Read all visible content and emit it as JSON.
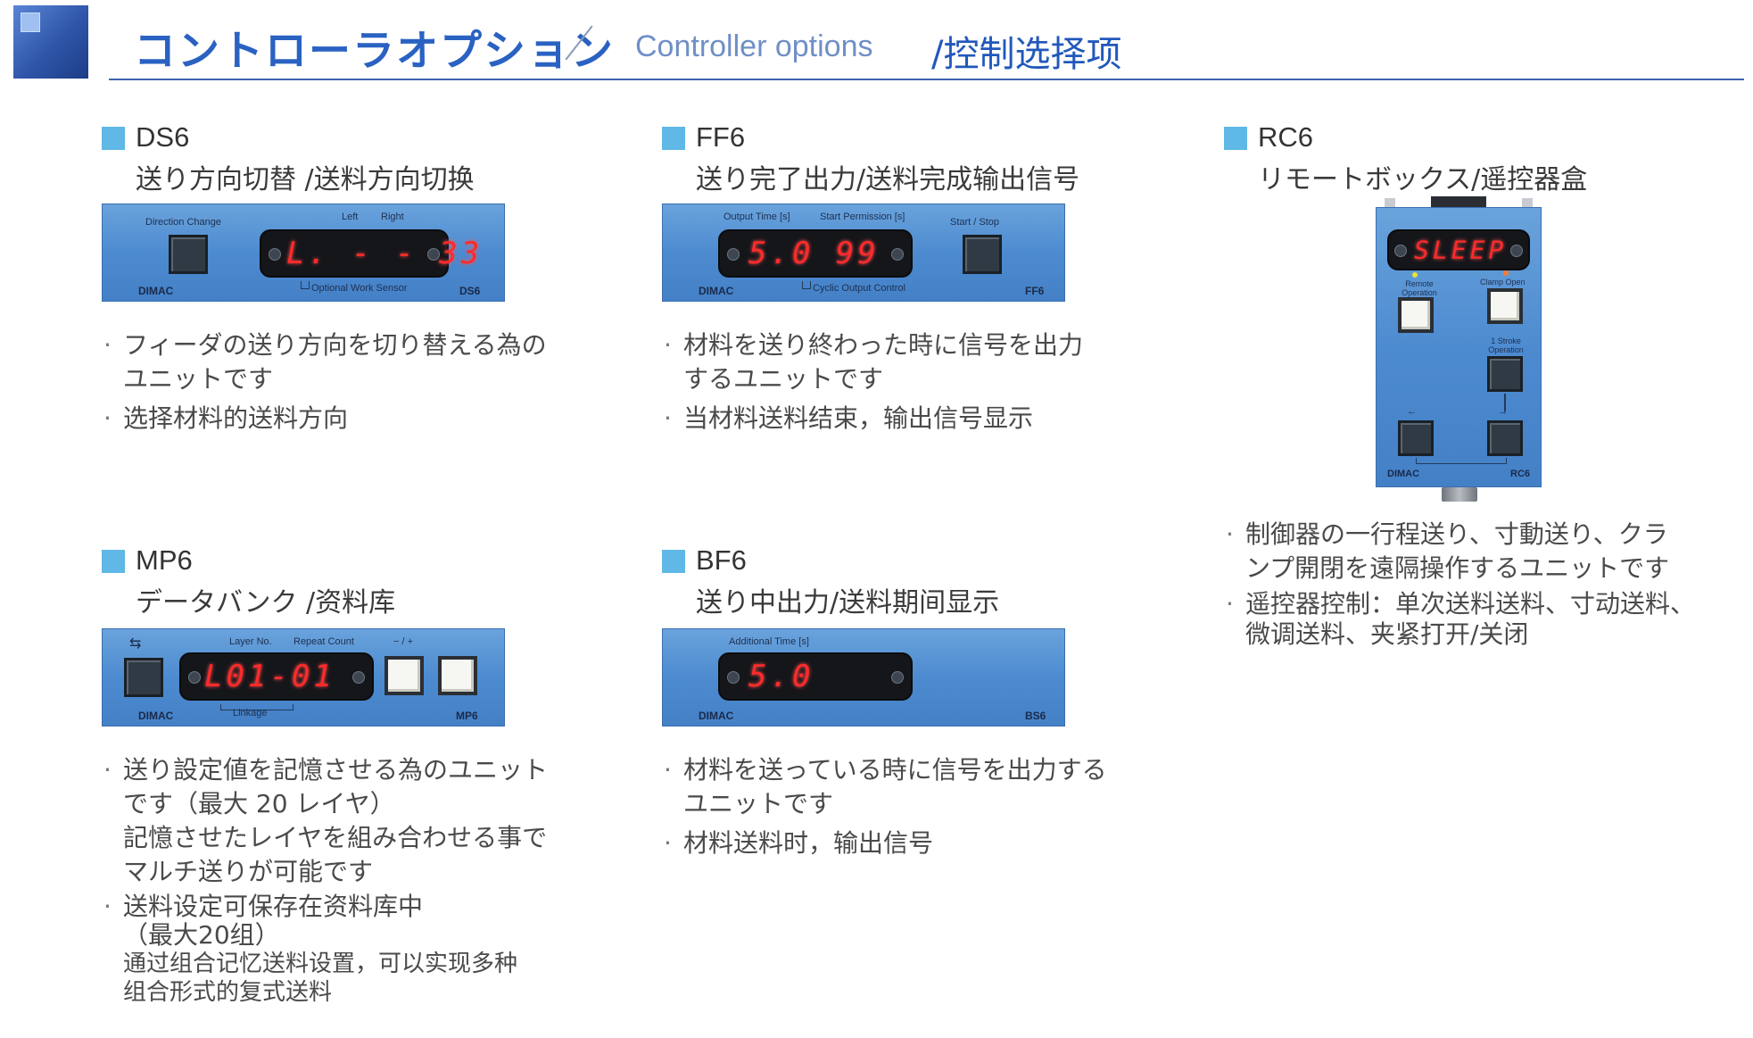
{
  "header": {
    "title_jp": "コントローラオプション",
    "title_en": "Controller options",
    "title_cn": "/控制选择项"
  },
  "sections": {
    "ds6": {
      "code": "DS6",
      "subtitle": "送り方向切替 /送料方向切换",
      "panel": {
        "brand": "DIMAC",
        "model": "DS6",
        "btn_label": "Direction Change",
        "label_left": "Left",
        "label_right": "Right",
        "display": "L. - - 33",
        "sensor_label": "Optional Work Sensor"
      },
      "desc_jp": [
        "フィーダの送り方向を切り替える為の",
        "ユニットです"
      ],
      "desc_cn": [
        "选择材料的送料方向"
      ]
    },
    "ff6": {
      "code": "FF6",
      "subtitle": "送り完了出力/送料完成输出信号",
      "panel": {
        "brand": "DIMAC",
        "model": "FF6",
        "label_output": "Output Time [s]",
        "label_start": "Start Permission [s]",
        "btn_label": "Start / Stop",
        "display": "5.0  99",
        "cyclic_label": "Cyclic Output Control"
      },
      "desc_jp": [
        "材料を送り終わった時に信号を出力",
        "するユニットです"
      ],
      "desc_cn": [
        "当材料送料结束，输出信号显示"
      ]
    },
    "rc6": {
      "code": "RC6",
      "subtitle": "リモートボックス/遥控器盒",
      "panel": {
        "brand": "DIMAC",
        "model": "RC6",
        "display": "SLEEP",
        "label_remote": "Remote Operation",
        "label_clamp": "Clamp Open",
        "label_stroke": "1 Stroke Operation",
        "arrow_left": "←",
        "arrow_right": "→"
      },
      "desc_jp": [
        "制御器の一行程送り、寸動送り、クラ",
        "ンプ開閉を遠隔操作するユニットです"
      ],
      "desc_cn": [
        "遥控器控制：单次送料送料、寸动送料、",
        "微调送料、夹紧打开/关闭"
      ]
    },
    "mp6": {
      "code": "MP6",
      "subtitle": "データバンク /资料库",
      "panel": {
        "brand": "DIMAC",
        "model": "MP6",
        "label_layer": "Layer No.",
        "label_repeat": "Repeat Count",
        "label_plusminus": "− / +",
        "display": "L01-01",
        "linkage_label": "Linkage"
      },
      "desc_jp": [
        "送り設定値を記憶させる為のユニット",
        "です（最大 20 レイヤ）",
        "記憶させたレイヤを組み合わせる事で",
        "マルチ送りが可能です"
      ],
      "desc_cn": [
        "送料设定可保存在资料库中",
        "（最大20组）",
        "通过组合记忆送料设置，可以实现多种",
        "组合形式的复式送料"
      ]
    },
    "bf6": {
      "code": "BF6",
      "subtitle": "送り中出力/送料期间显示",
      "panel": {
        "brand": "DIMAC",
        "model": "BS6",
        "label_additional": "Additional Time [s]",
        "display": "5.0"
      },
      "desc_jp": [
        "材料を送っている時に信号を出力する",
        "ユニットです"
      ],
      "desc_cn": [
        "材料送料时，输出信号"
      ]
    }
  }
}
